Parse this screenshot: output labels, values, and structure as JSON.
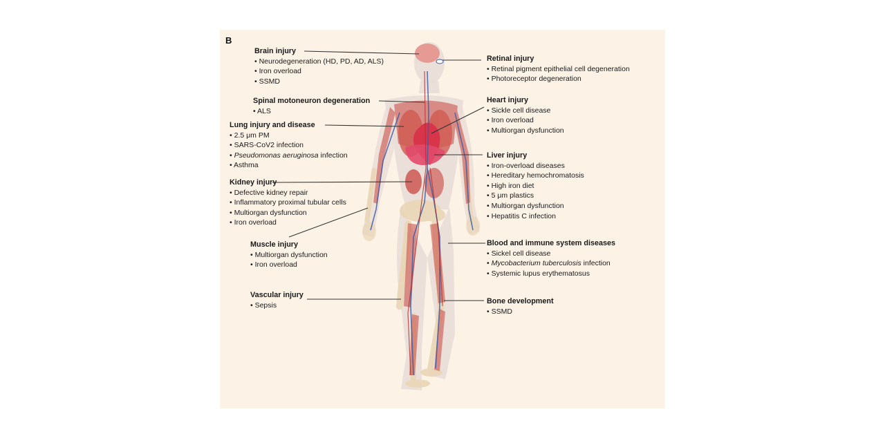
{
  "panel_label": "B",
  "groups": {
    "brain": {
      "title": "Brain injury",
      "items": [
        "Neurodegeneration (HD, PD, AD, ALS)",
        "Iron overload",
        "SSMD"
      ]
    },
    "spinal": {
      "title": "Spinal motoneuron degeneration",
      "items": [
        "ALS"
      ]
    },
    "lung": {
      "title": "Lung injury and disease",
      "items": [
        "2.5 μm PM",
        "SARS-CoV2 infection",
        "Asthma"
      ],
      "pseudo_italic": "Pseudomonas aeruginosa",
      "pseudo_rest": " infection"
    },
    "kidney": {
      "title": "Kidney injury",
      "items": [
        "Defective kidney repair",
        "Inflammatory proximal tubular cells",
        "Multiorgan dysfunction",
        "Iron overload"
      ]
    },
    "muscle": {
      "title": "Muscle injury",
      "items": [
        "Multiorgan dysfunction",
        "Iron overload"
      ]
    },
    "vascular": {
      "title": "Vascular injury",
      "items": [
        "Sepsis"
      ]
    },
    "retinal": {
      "title": "Retinal injury",
      "items": [
        "Retinal pigment epithelial cell degeneration",
        "Photoreceptor degeneration"
      ]
    },
    "heart": {
      "title": "Heart injury",
      "items": [
        "Sickle cell disease",
        "Iron overload",
        "Multiorgan dysfunction"
      ]
    },
    "liver": {
      "title": "Liver injury",
      "items": [
        "Iron-overload diseases",
        "Hereditary hemochromatosis",
        "High iron diet",
        "5 μm plastics",
        "Multiorgan dysfunction",
        "Hepatitis C infection"
      ]
    },
    "blood": {
      "title": "Blood and immune system diseases",
      "items": [
        "Sickel cell disease",
        "Systemic lupus erythematosus"
      ],
      "myco_italic": "Mycobacterium tuberculosis",
      "myco_rest": " infection"
    },
    "bone": {
      "title": "Bone development",
      "items": [
        "SSMD"
      ]
    }
  },
  "colors": {
    "background": "#fcf3e6",
    "skin": "#e8dcd6",
    "muscle": "#c8463f",
    "bone": "#ead7b8",
    "vein": "#3d5ea8",
    "brain": "#e59a94",
    "heart": "#d8344a",
    "leader_line": "#333333"
  },
  "icons": [
    "human-anatomy-figure"
  ]
}
